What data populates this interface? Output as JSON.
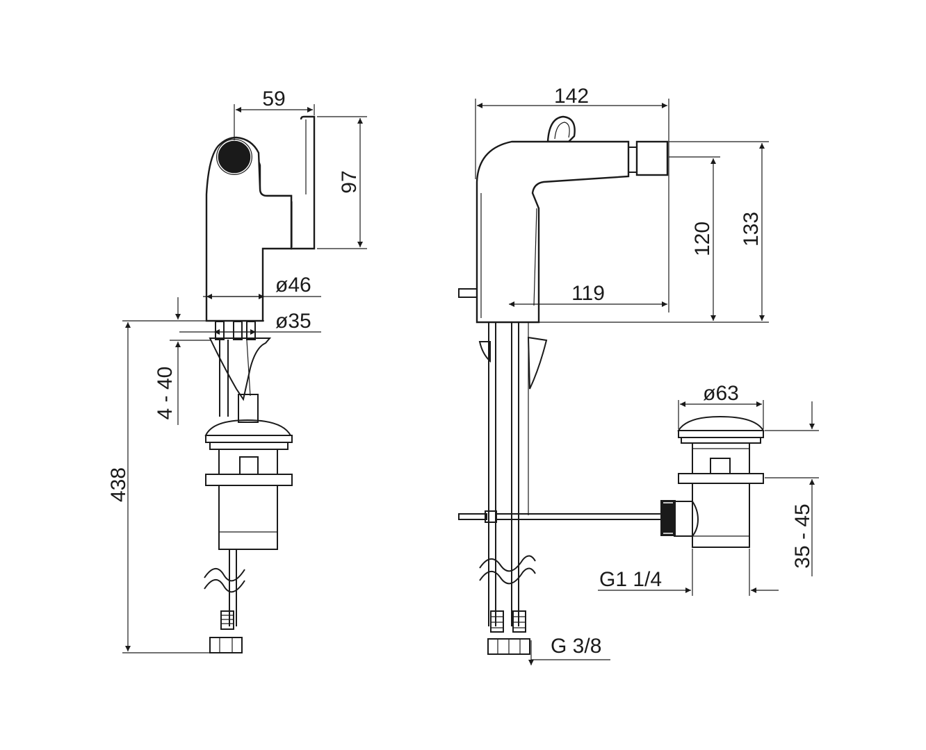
{
  "dimensions": {
    "d59": "59",
    "d97": "97",
    "d46": "ø46",
    "d35": "ø35",
    "d4_40": "4 - 40",
    "d438": "438",
    "d142": "142",
    "d119": "119",
    "d120": "120",
    "d133": "133",
    "d63": "ø63",
    "d35_45": "35 - 45",
    "g1_14": "G1 1/4",
    "g3_8": "G 3/8"
  },
  "colors": {
    "line": "#1a1a1a",
    "background": "#ffffff"
  }
}
